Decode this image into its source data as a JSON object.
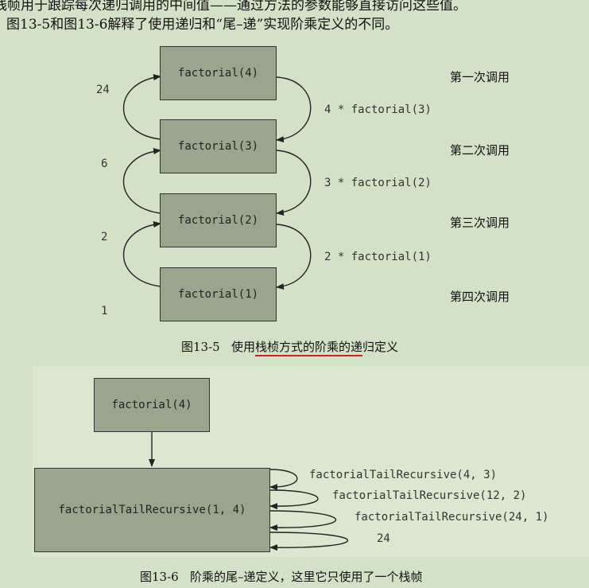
{
  "text": {
    "top_line": "栈帧用于跟踪每次递归调用的中间值——通过方法的参数能够直接访问这些值。",
    "intro": "图13-5和图13-6解释了使用递归和“尾–递”实现阶乘定义的不同。"
  },
  "fig1": {
    "boxes": [
      "factorial(4)",
      "factorial(3)",
      "factorial(2)",
      "factorial(1)"
    ],
    "returns": [
      "24",
      "6",
      "2",
      "1"
    ],
    "calls": [
      "4 * factorial(3)",
      "3 * factorial(2)",
      "2 * factorial(1)"
    ],
    "steps": [
      "第一次调用",
      "第二次调用",
      "第三次调用",
      "第四次调用"
    ],
    "caption": {
      "number": "图13-5",
      "pre": "使用",
      "underlined": "栈桢方式的阶乘的递",
      "post": "归定义"
    }
  },
  "fig2": {
    "top_box": "factorial(4)",
    "main_box": "factorialTailRecursive(1, 4)",
    "calls": [
      "factorialTailRecursive(4, 3)",
      "factorialTailRecursive(12, 2)",
      "factorialTailRecursive(24, 1)",
      "24"
    ],
    "caption": {
      "number": "图13-6",
      "text": "阶乘的尾–递定义，这里它只使用了一个栈帧"
    }
  }
}
